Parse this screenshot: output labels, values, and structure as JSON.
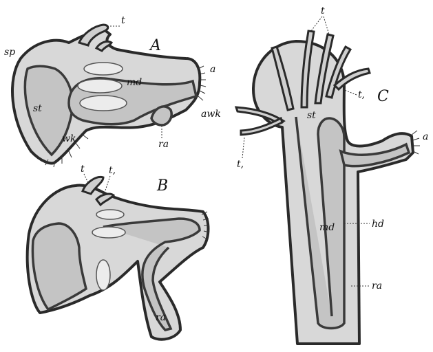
{
  "figure": {
    "panels": {
      "A": {
        "title": "A",
        "labels": {
          "t": "t",
          "sp": "sp",
          "st": "st",
          "md": "md",
          "a": "a",
          "ra": "ra",
          "awk": "awk",
          "wk": "wk"
        }
      },
      "B": {
        "title": "B",
        "labels": {
          "t": "t",
          "t1": "t,",
          "ra": "ra"
        }
      },
      "C": {
        "title": "C",
        "labels": {
          "t": "t",
          "t1_right": "t,",
          "t1_left": "t,",
          "st": "st",
          "a": "a",
          "md": "md",
          "hd": "hd",
          "ra": "ra"
        }
      }
    }
  }
}
